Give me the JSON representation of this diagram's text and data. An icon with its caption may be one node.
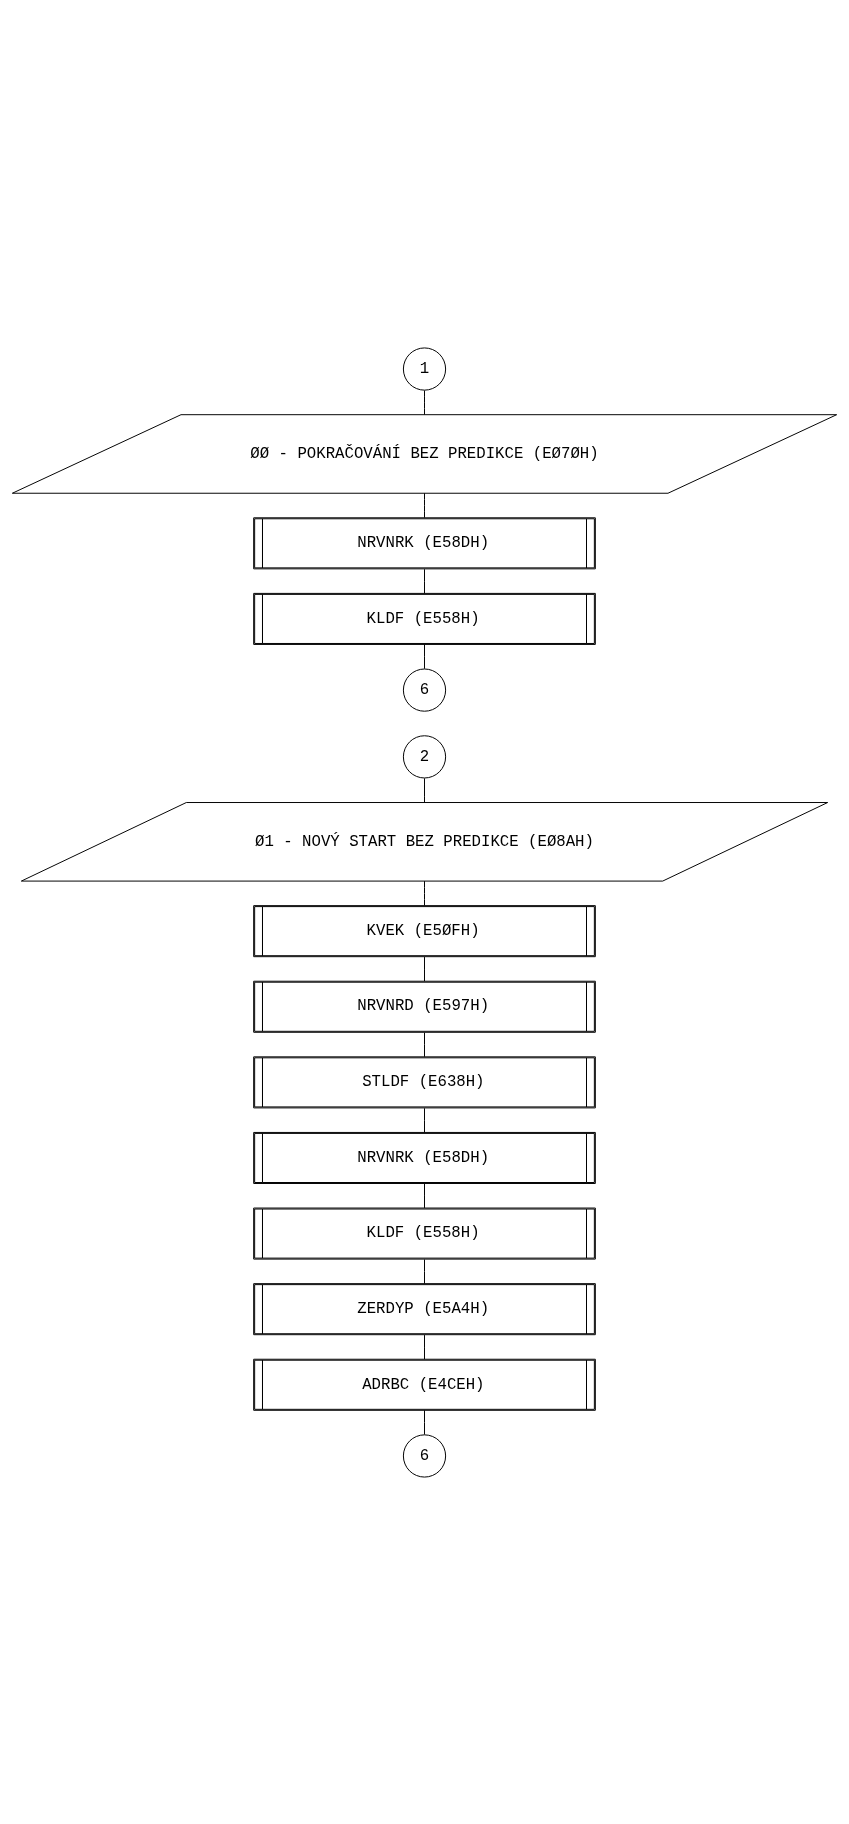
{
  "diagram": {
    "nodes": [
      {
        "text": [
          "1"
        ]
      },
      {
        "text": [
          "ØØ - POKRAČOVÁNÍ BEZ PREDIKCE (EØ7ØH)"
        ]
      },
      {
        "text": [
          "NRVNRK (E58DH)"
        ]
      },
      {
        "text": [
          "KLDF (E558H)"
        ]
      },
      {
        "text": [
          "6"
        ]
      },
      {
        "text": [
          "2"
        ]
      },
      {
        "text": [
          "Ø1 - NOVÝ START BEZ PREDIKCE (EØ8AH)"
        ]
      },
      {
        "text": [
          "KVEK (E5ØFH)"
        ]
      },
      {
        "text": [
          "NRVNRD (E597H)"
        ]
      },
      {
        "text": [
          "STLDF (E638H)"
        ]
      },
      {
        "text": [
          "NRVNRK (E58DH)"
        ]
      },
      {
        "text": [
          "KLDF (E558H)"
        ]
      },
      {
        "text": [
          "ZERDYP (E5A4H)"
        ]
      },
      {
        "text": [
          "ADRBC (E4CEH)"
        ]
      },
      {
        "text": [
          "6"
        ]
      }
    ],
    "edges": [
      {
        "from": 0,
        "to": 1,
        "arrow": "none"
      },
      {
        "from": 1,
        "to": 2,
        "arrow": "none"
      },
      {
        "from": 2,
        "to": 3,
        "arrow": "none"
      },
      {
        "from": 3,
        "to": 4,
        "arrow": "none"
      },
      {
        "from": 5,
        "to": 6,
        "arrow": "none"
      },
      {
        "from": 6,
        "to": 7,
        "arrow": "none"
      },
      {
        "from": 7,
        "to": 8,
        "arrow": "none"
      },
      {
        "from": 8,
        "to": 9,
        "arrow": "none"
      },
      {
        "from": 9,
        "to": 10,
        "arrow": "none"
      },
      {
        "from": 10,
        "to": 11,
        "arrow": "none"
      },
      {
        "from": 11,
        "to": 12,
        "arrow": "none"
      },
      {
        "from": 12,
        "to": 13,
        "arrow": "none"
      },
      {
        "from": 13,
        "to": 14,
        "arrow": "none"
      }
    ]
  }
}
